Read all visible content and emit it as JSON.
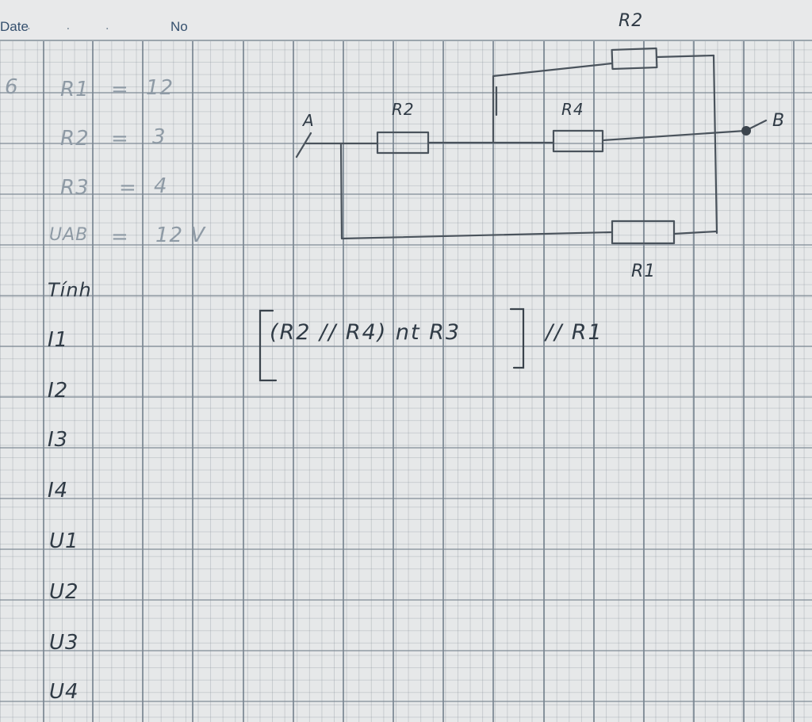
{
  "header": {
    "date_label": "Date",
    "no_label": "No"
  },
  "problem": {
    "number": "6",
    "givens": [
      {
        "name": "R1",
        "eq": "=",
        "value": "12"
      },
      {
        "name": "R2",
        "eq": "=",
        "value": "3"
      },
      {
        "name": "R3",
        "eq": "=",
        "value": "4"
      },
      {
        "name": "UAB",
        "eq": "=",
        "value": "12 V"
      }
    ],
    "find_label": "Tính",
    "unknowns": [
      "I1",
      "I2",
      "I3",
      "I4",
      "U1",
      "U2",
      "U3",
      "U4"
    ]
  },
  "circuit": {
    "node_a": "A",
    "node_b": "B",
    "labels": {
      "top": "R2",
      "left_series": "R2",
      "middle": "R4",
      "bottom": "R1"
    }
  },
  "formula": "(R2 // R4) nt R3",
  "formula_tail": "// R1",
  "colors": {
    "ink": "#2f3a45",
    "pencil": "#8e9aa5",
    "grid": "#6b7986",
    "header_text": "#35506e"
  }
}
